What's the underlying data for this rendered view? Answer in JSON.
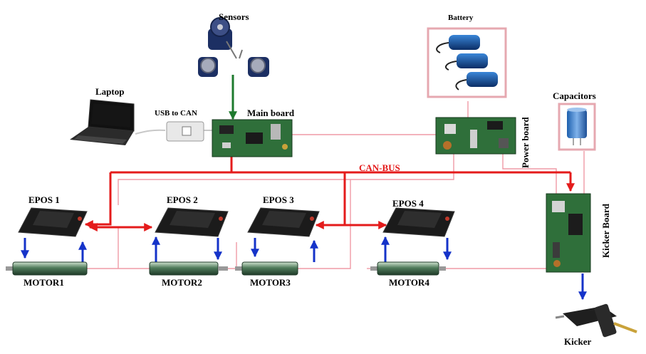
{
  "labels": {
    "sensors": "Sensors",
    "battery": "Battery",
    "capacitors": "Capacitors",
    "laptop": "Laptop",
    "usb_to_can": "USB to CAN",
    "main_board": "Main board",
    "power_board": "Power board",
    "can_bus": "CAN-BUS",
    "kicker_board": "Kicker Board",
    "kicker": "Kicker",
    "epos": [
      "EPOS 1",
      "EPOS 2",
      "EPOS 3",
      "EPOS 4"
    ],
    "motors": [
      "MOTOR1",
      "MOTOR2",
      "MOTOR3",
      "MOTOR4"
    ]
  },
  "colors": {
    "can_bus": "#e41b1b",
    "power_line": "#ef9aa5",
    "sensor_line": "#1e7a2e",
    "signal_arrow": "#1533c9",
    "box_outline": "#e6a8b0"
  }
}
